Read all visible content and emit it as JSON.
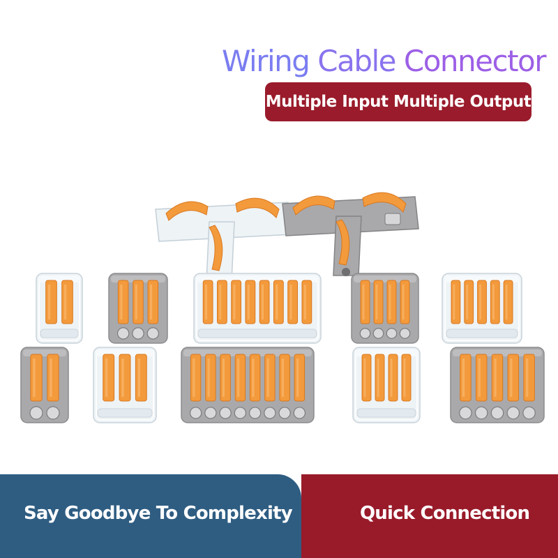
{
  "title": {
    "word1": "Wiring ",
    "word2": "Cable ",
    "word3": "Connector"
  },
  "subtitle": "Multiple Input Multiple Output",
  "footer": {
    "left": "Say Goodbye To Complexity",
    "right": "Quick Connection"
  },
  "colors": {
    "title_blue": "#7a7df0",
    "title_purple": "#9c5fe6",
    "badge_red": "#9a1b2b",
    "footer_blue": "#2f5d82",
    "footer_red": "#991b2a",
    "lever_orange": "#f39a3c",
    "housing_gray": "#a9a9ab"
  },
  "products": {
    "t_connectors": [
      {
        "housing": "transparent"
      },
      {
        "housing": "gray"
      }
    ],
    "row1": [
      {
        "poles": 2,
        "housing": "transparent"
      },
      {
        "poles": 3,
        "housing": "gray"
      },
      {
        "poles": 8,
        "housing": "transparent"
      },
      {
        "poles": 4,
        "housing": "gray"
      },
      {
        "poles": 5,
        "housing": "transparent"
      }
    ],
    "row2": [
      {
        "poles": 2,
        "housing": "gray"
      },
      {
        "poles": 3,
        "housing": "transparent"
      },
      {
        "poles": 8,
        "housing": "gray"
      },
      {
        "poles": 4,
        "housing": "transparent"
      },
      {
        "poles": 5,
        "housing": "gray"
      }
    ]
  }
}
